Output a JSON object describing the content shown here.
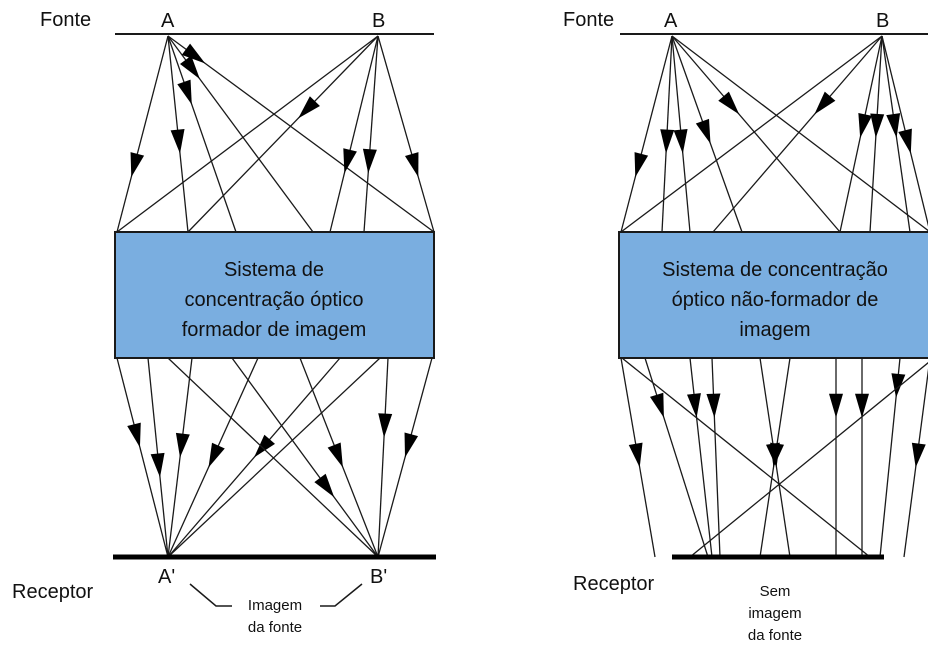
{
  "left_panel": {
    "source_label": "Fonte",
    "point_a": "A",
    "point_b": "B",
    "system_text": [
      "Sistema de",
      "concentração óptico",
      "formador de imagem"
    ],
    "receiver_label": "Receptor",
    "image_a": "A'",
    "image_b": "B'",
    "note": [
      "Imagem",
      "da fonte"
    ]
  },
  "right_panel": {
    "source_label": "Fonte",
    "point_a": "A",
    "point_b": "B",
    "system_text": [
      "Sistema de concentração",
      "óptico não-formador de",
      "imagem"
    ],
    "receiver_label": "Receptor",
    "note": [
      "Sem",
      "imagem",
      "da fonte"
    ]
  },
  "colors": {
    "system_box": "#7aaee0",
    "lines": "#1a1a1a",
    "receiver_bar": "#000000"
  }
}
